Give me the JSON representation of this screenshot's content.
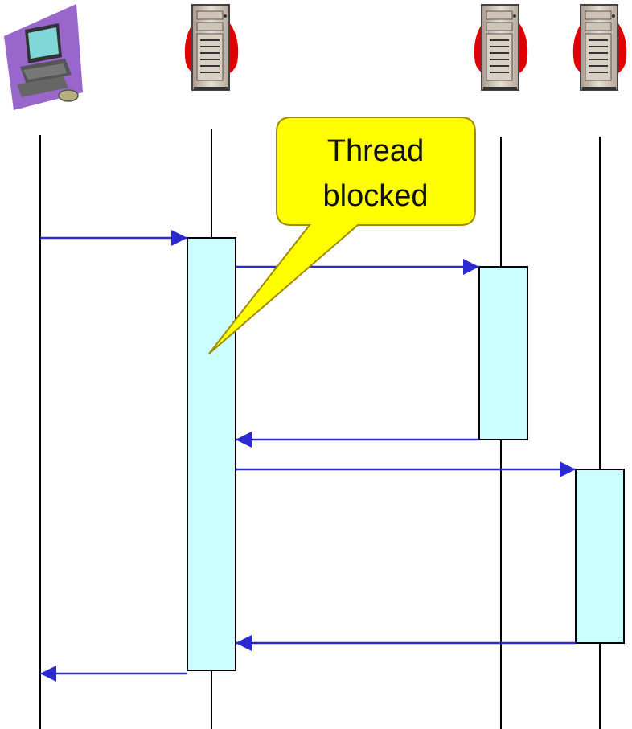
{
  "participants": [
    {
      "id": "client",
      "icon": "client-computer-icon"
    },
    {
      "id": "server-1",
      "icon": "server-tower-icon"
    },
    {
      "id": "server-2",
      "icon": "server-tower-icon"
    },
    {
      "id": "server-3",
      "icon": "server-tower-icon"
    }
  ],
  "messages": [
    {
      "from": "client",
      "to": "server-1"
    },
    {
      "from": "server-1",
      "to": "server-2"
    },
    {
      "from": "server-2",
      "to": "server-1"
    },
    {
      "from": "server-1",
      "to": "server-3"
    },
    {
      "from": "server-3",
      "to": "server-1"
    },
    {
      "from": "server-1",
      "to": "client"
    }
  ],
  "callout": {
    "line1": "Thread",
    "line2": "blocked",
    "fill_color": "#ffff00",
    "border_color": "#a08a00"
  },
  "colors": {
    "arrow": "#2a2ad0",
    "activation": "#ccffff",
    "server_badge": "#e00000",
    "client_background": "#9966cc"
  }
}
